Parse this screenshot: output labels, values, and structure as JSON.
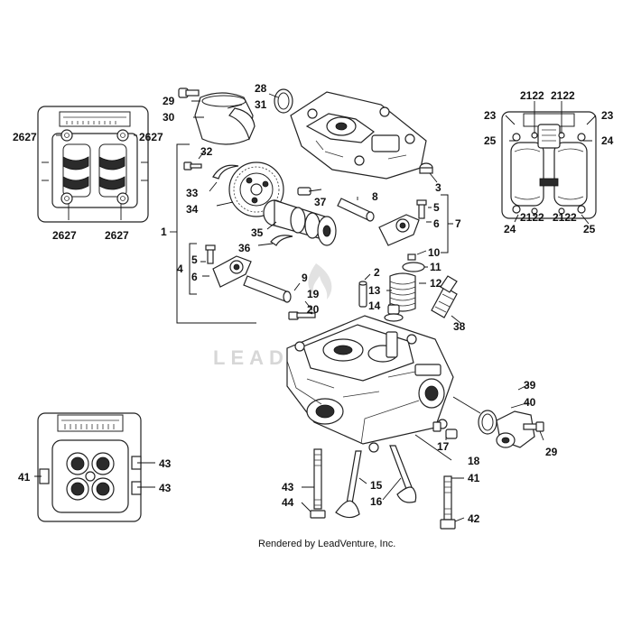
{
  "watermark": "LEADVENTURE",
  "footer": "Rendered by LeadVenture, Inc.",
  "callouts": [
    {
      "id": "c1",
      "text": "1"
    },
    {
      "id": "c2",
      "text": "2"
    },
    {
      "id": "c3",
      "text": "3"
    },
    {
      "id": "c4",
      "text": "4"
    },
    {
      "id": "c5a",
      "text": "5"
    },
    {
      "id": "c5b",
      "text": "5"
    },
    {
      "id": "c6a",
      "text": "6"
    },
    {
      "id": "c6b",
      "text": "6"
    },
    {
      "id": "c7",
      "text": "7"
    },
    {
      "id": "c8",
      "text": "8"
    },
    {
      "id": "c9",
      "text": "9"
    },
    {
      "id": "c10",
      "text": "10"
    },
    {
      "id": "c11",
      "text": "11"
    },
    {
      "id": "c12",
      "text": "12"
    },
    {
      "id": "c13",
      "text": "13"
    },
    {
      "id": "c14",
      "text": "14"
    },
    {
      "id": "c15",
      "text": "15"
    },
    {
      "id": "c16",
      "text": "16"
    },
    {
      "id": "c17",
      "text": "17"
    },
    {
      "id": "c18",
      "text": "18"
    },
    {
      "id": "c19",
      "text": "19"
    },
    {
      "id": "c20",
      "text": "20"
    },
    {
      "id": "c28",
      "text": "28"
    },
    {
      "id": "c29a",
      "text": "29"
    },
    {
      "id": "c29b",
      "text": "29"
    },
    {
      "id": "c30",
      "text": "30"
    },
    {
      "id": "c31",
      "text": "31"
    },
    {
      "id": "c32",
      "text": "32"
    },
    {
      "id": "c33",
      "text": "33"
    },
    {
      "id": "c34",
      "text": "34"
    },
    {
      "id": "c35",
      "text": "35"
    },
    {
      "id": "c36",
      "text": "36"
    },
    {
      "id": "c37",
      "text": "37"
    },
    {
      "id": "c38",
      "text": "38"
    },
    {
      "id": "c39",
      "text": "39"
    },
    {
      "id": "c40",
      "text": "40"
    },
    {
      "id": "c41a",
      "text": "41"
    },
    {
      "id": "c41b",
      "text": "41"
    },
    {
      "id": "c42",
      "text": "42"
    },
    {
      "id": "c43a",
      "text": "43"
    },
    {
      "id": "c43b",
      "text": "43"
    },
    {
      "id": "c43c",
      "text": "43"
    },
    {
      "id": "c44",
      "text": "44"
    },
    {
      "id": "c2627a",
      "text": "2627"
    },
    {
      "id": "c2627b",
      "text": "2627"
    },
    {
      "id": "c2627c",
      "text": "2627"
    },
    {
      "id": "c2627d",
      "text": "2627"
    },
    {
      "id": "c2122a",
      "text": "2122"
    },
    {
      "id": "c2122b",
      "text": "2122"
    },
    {
      "id": "c2122c",
      "text": "2122"
    },
    {
      "id": "c2122d",
      "text": "2122"
    },
    {
      "id": "c23a",
      "text": "23"
    },
    {
      "id": "c23b",
      "text": "23"
    },
    {
      "id": "c24a",
      "text": "24"
    },
    {
      "id": "c24b",
      "text": "24"
    },
    {
      "id": "c25a",
      "text": "25"
    },
    {
      "id": "c25b",
      "text": "25"
    }
  ]
}
